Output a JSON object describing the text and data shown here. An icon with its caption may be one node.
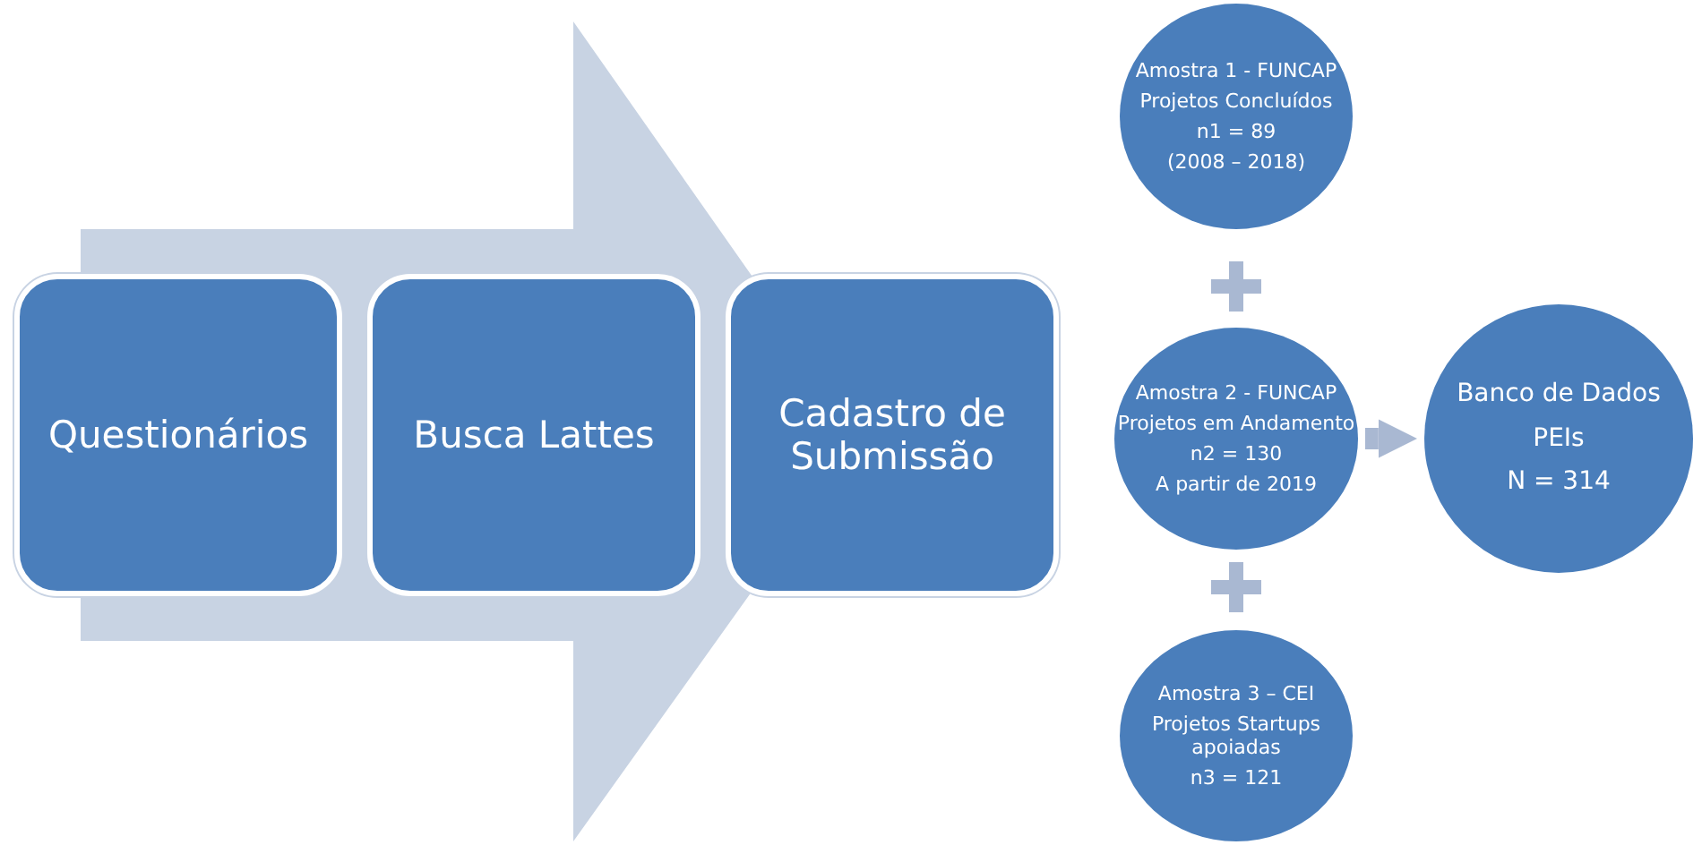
{
  "diagram": {
    "nodes": [
      {
        "text": [
          "Questionários"
        ]
      },
      {
        "text": [
          "Busca Lattes"
        ]
      },
      {
        "text": [
          "Cadastro de Submissão"
        ]
      },
      {
        "text": [
          "Amostra 1 - FUNCAP",
          "Projetos Concluídos",
          "n1 = 89",
          "(2008 – 2018)"
        ]
      },
      {
        "text": [
          "Amostra 2 - FUNCAP",
          "Projetos em Andamento",
          "n2 = 130",
          "A partir de 2019"
        ]
      },
      {
        "text": [
          "Amostra 3 – CEI",
          "Projetos Startups apoiadas",
          "n3 = 121"
        ]
      },
      {
        "text": [
          "Banco de Dados",
          "PEIs",
          "N = 314"
        ]
      }
    ],
    "edges": [
      {
        "from": 0,
        "to": 2,
        "arrow": "to",
        "color": "#c8d3e3"
      },
      {
        "from": 4,
        "to": 6,
        "arrow": "to",
        "color": "#a9b8d2"
      }
    ]
  }
}
